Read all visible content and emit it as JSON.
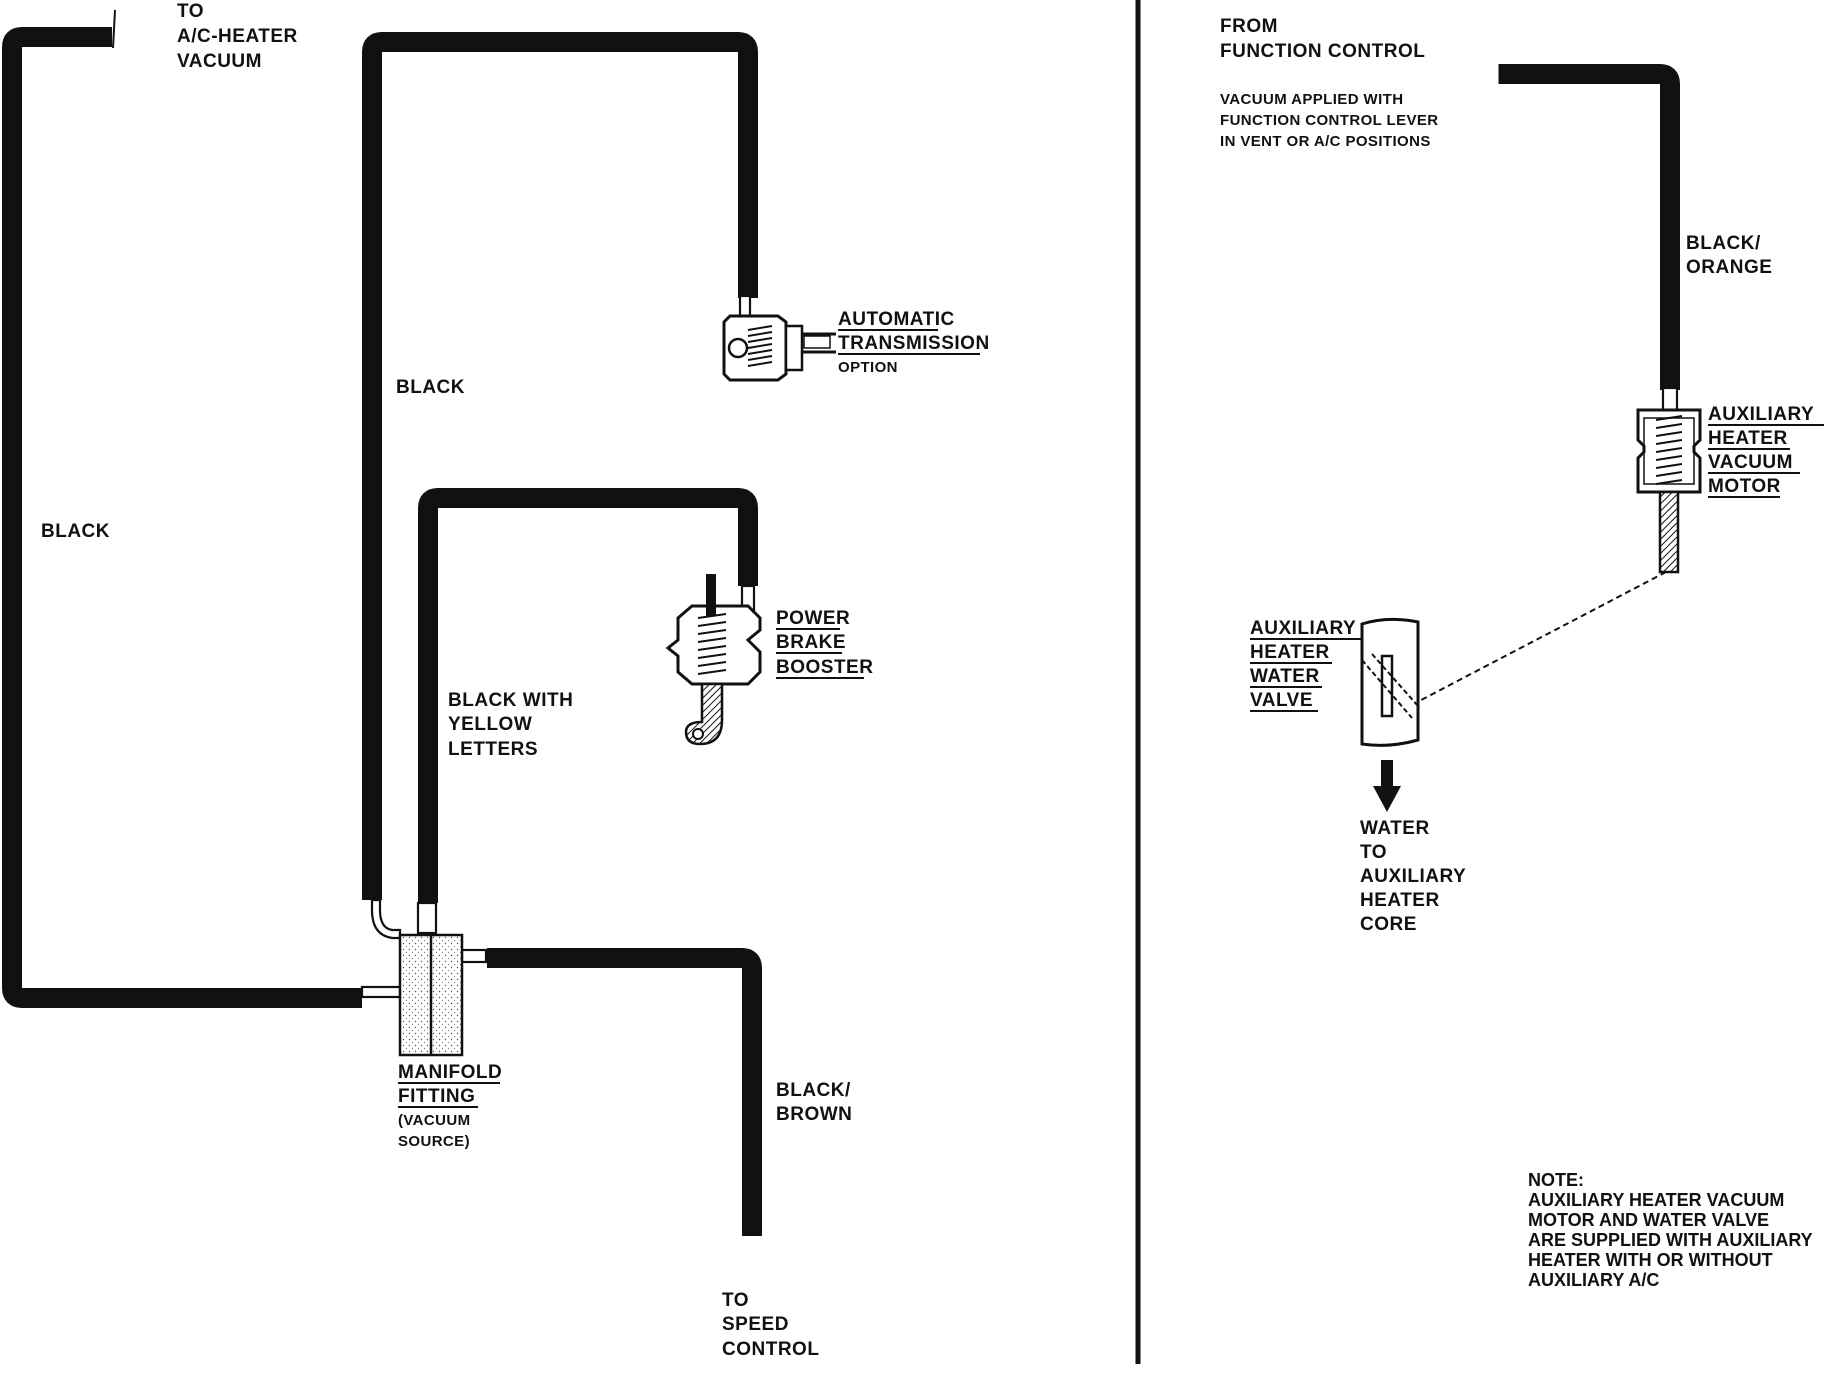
{
  "left": {
    "to_ac_heater": [
      "TO",
      "A/C-HEATER",
      "VACUUM"
    ],
    "black_left": "BLACK",
    "black_mid": "BLACK",
    "automatic_transmission": [
      "AUTOMATIC",
      "TRANSMISSION"
    ],
    "option": "OPTION",
    "power_brake_booster": [
      "POWER",
      "BRAKE",
      "BOOSTER"
    ],
    "black_with_yellow": [
      "BLACK WITH",
      "YELLOW",
      "LETTERS"
    ],
    "manifold_fitting": [
      "MANIFOLD",
      "FITTING"
    ],
    "vacuum_source": [
      "(VACUUM",
      "SOURCE)"
    ],
    "black_brown": [
      "BLACK/",
      "BROWN"
    ],
    "to_speed_control": [
      "TO",
      "SPEED",
      "CONTROL"
    ]
  },
  "right": {
    "from_function_control": [
      "FROM",
      "FUNCTION CONTROL"
    ],
    "vacuum_applied": [
      "VACUUM APPLIED WITH",
      "FUNCTION CONTROL LEVER",
      "IN VENT OR A/C POSITIONS"
    ],
    "black_orange": [
      "BLACK/",
      "ORANGE"
    ],
    "aux_heater_vacuum_motor": [
      "AUXILIARY",
      "HEATER",
      "VACUUM",
      "MOTOR"
    ],
    "aux_heater_water_valve": [
      "AUXILIARY",
      "HEATER",
      "WATER",
      "VALVE"
    ],
    "water_to_core": [
      "WATER",
      "TO",
      "AUXILIARY",
      "HEATER",
      "CORE"
    ],
    "note": [
      "NOTE:",
      "AUXILIARY HEATER VACUUM",
      "MOTOR AND WATER VALVE",
      "ARE SUPPLIED WITH AUXILIARY",
      "HEATER WITH OR WITHOUT",
      "AUXILIARY A/C"
    ]
  }
}
